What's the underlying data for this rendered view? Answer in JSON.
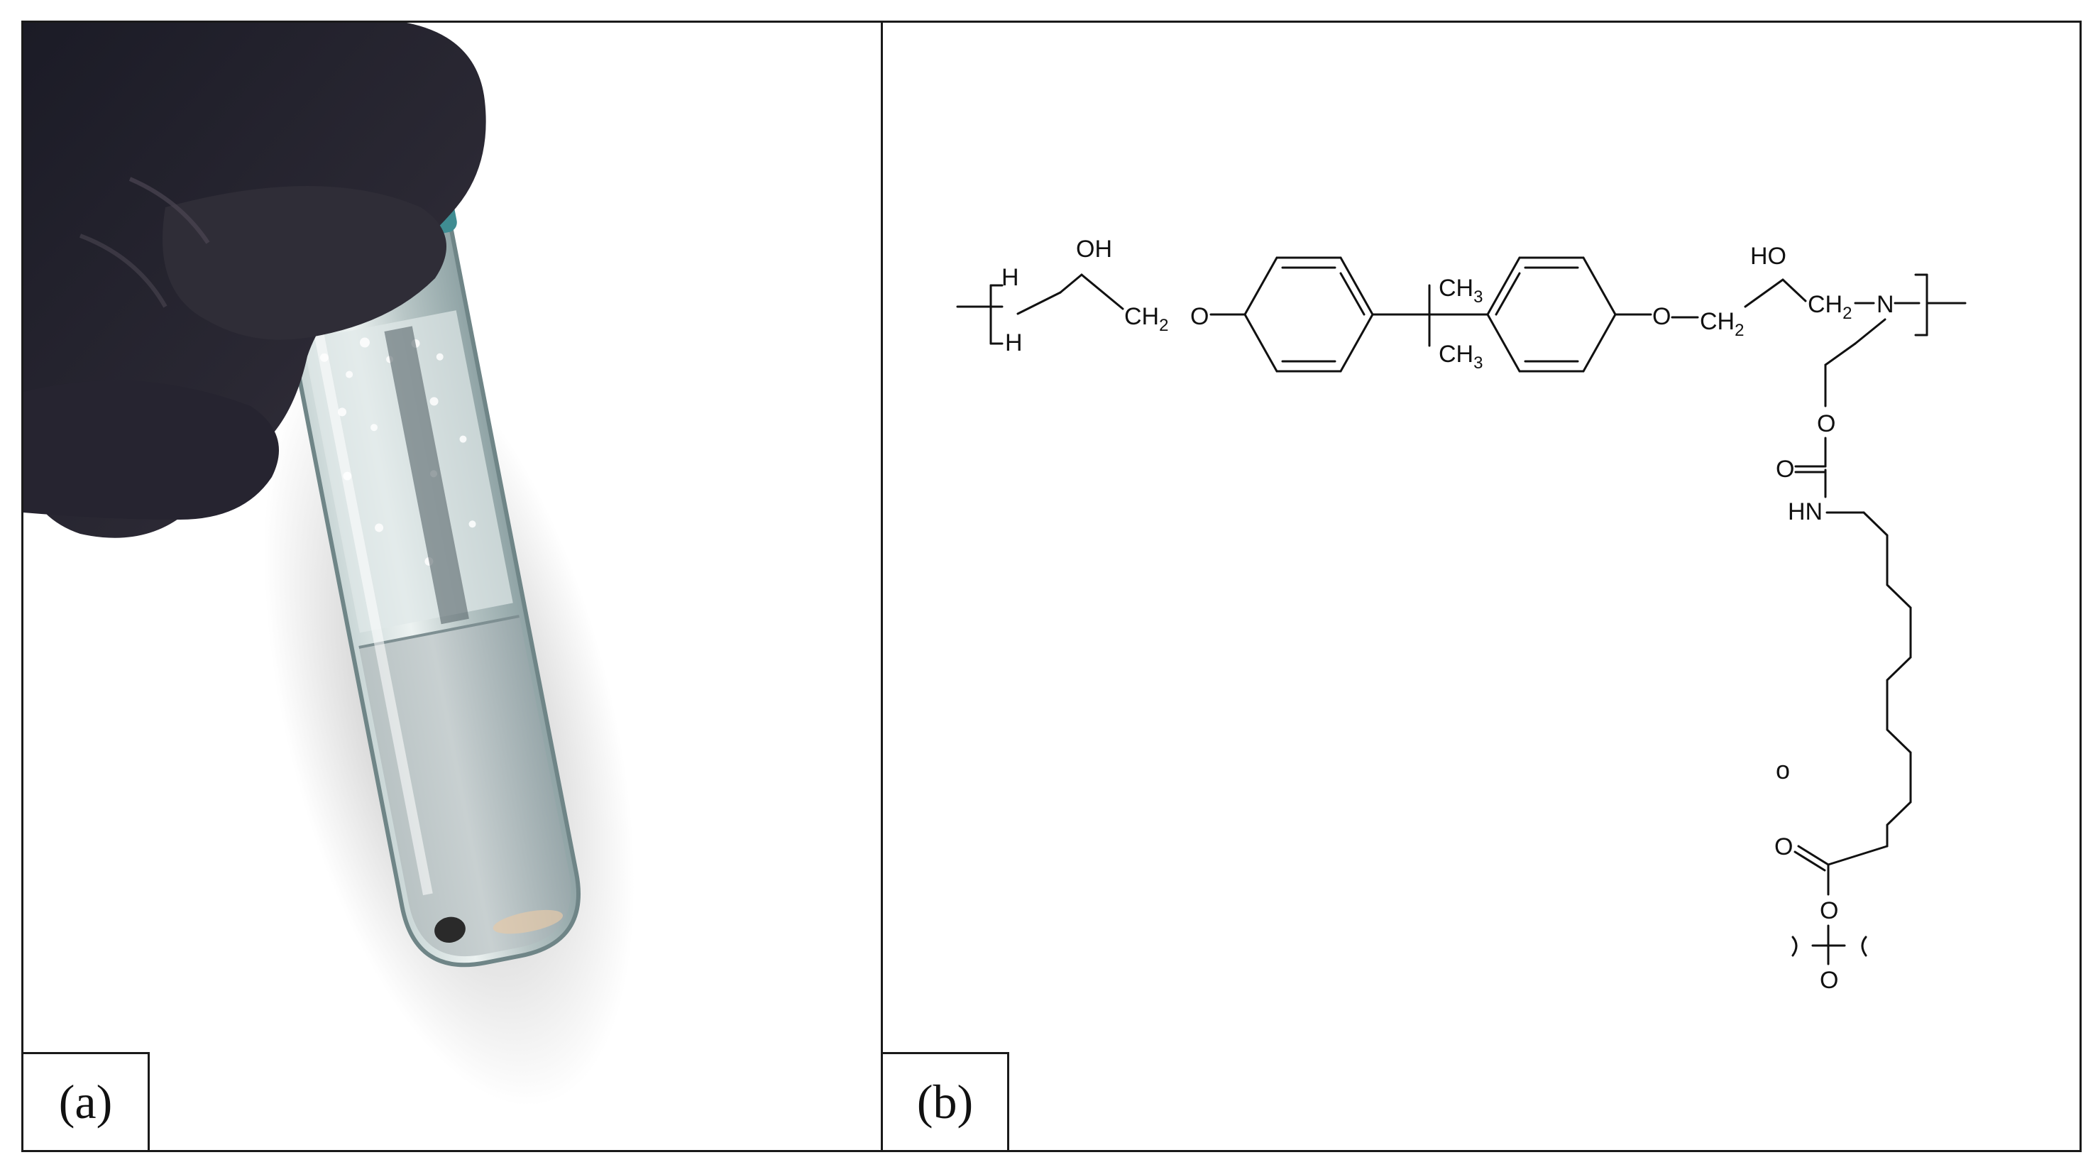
{
  "panels": {
    "a": {
      "label": "(a)"
    },
    "b": {
      "label": "(b)"
    }
  },
  "structure": {
    "hydroxyl_left": "OH",
    "h_top": "H",
    "h_bottom": "H",
    "ch2_left": "CH",
    "ch2_left_sub": "2",
    "ether_o_left": "O",
    "methyl_top": "CH",
    "methyl_top_sub": "3",
    "methyl_bottom": "CH",
    "methyl_bottom_sub": "3",
    "ether_o_right": "O",
    "ch2_right": "CH",
    "ch2_right_sub": "2",
    "hydroxyl_right": "HO",
    "ch2_n": "CH",
    "ch2_n_sub": "2",
    "amine_n": "N",
    "carbamate_o": "O",
    "carbonyl_o": "O",
    "nh": "HN",
    "serif_o": "o",
    "ester_carbonyl_o": "O",
    "ester_o": "O",
    "terminal_o": "O"
  },
  "colors": {
    "ink": "#111111",
    "tube_liquid": "#aab4b8",
    "cap": "#3f8c92"
  }
}
